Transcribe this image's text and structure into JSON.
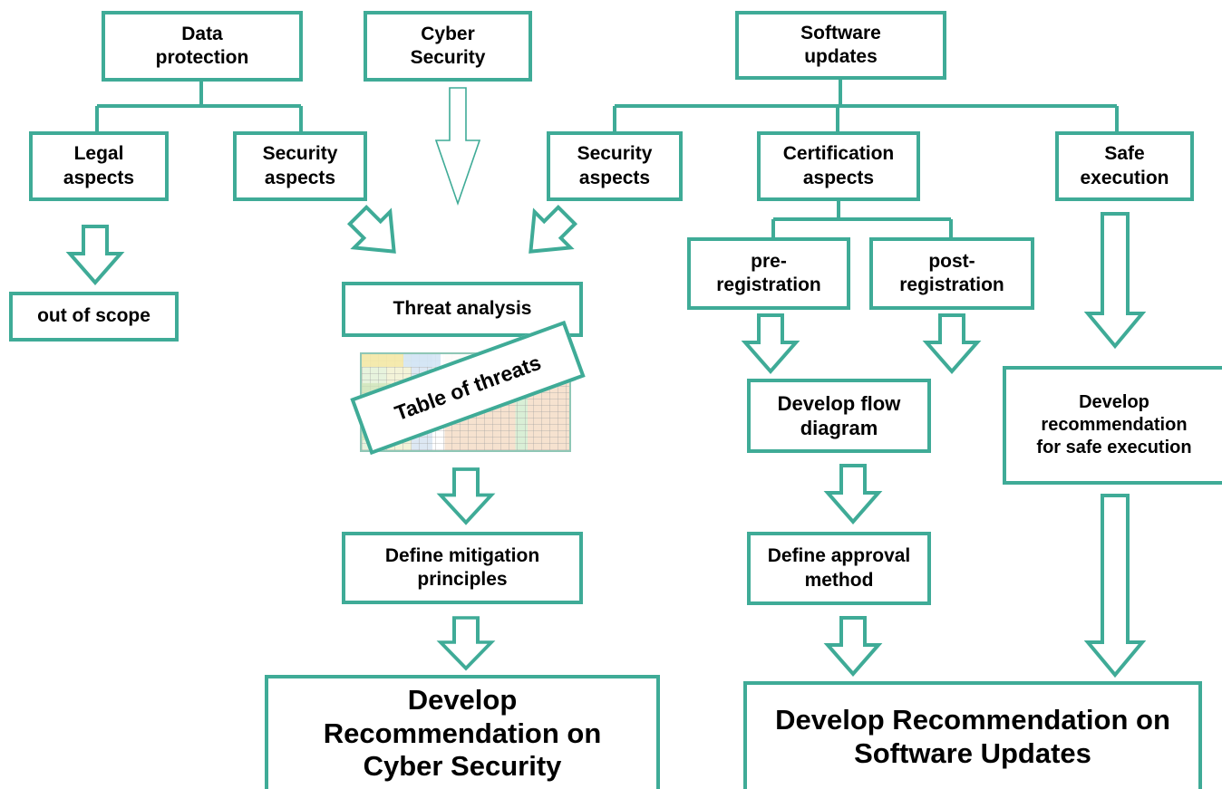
{
  "colors": {
    "accent": "#3fab97",
    "text": "#000000",
    "background": "#ffffff"
  },
  "boxes": {
    "data_protection": "Data\nprotection",
    "cyber_security": "Cyber\nSecurity",
    "software_updates": "Software\nupdates",
    "legal_aspects": "Legal\naspects",
    "security_aspects_dp": "Security\naspects",
    "security_aspects_su": "Security\naspects",
    "certification_aspects": "Certification\naspects",
    "safe_execution": "Safe\nexecution",
    "out_of_scope": "out of scope",
    "threat_analysis": "Threat analysis",
    "pre_registration": "pre-\nregistration",
    "post_registration": "post-\nregistration",
    "develop_flow_diagram": "Develop flow\ndiagram",
    "develop_recommendation_safe": "Develop\nrecommendation\nfor safe execution",
    "define_mitigation": "Define mitigation\nprinciples",
    "define_approval": "Define approval\nmethod",
    "recommendation_cyber": "Develop\nRecommendation on\nCyber Security",
    "recommendation_software": "Develop Recommendation on\nSoftware Updates"
  },
  "table_of_threats": "Table of threats",
  "icons": {
    "arrow": "hollow-down-arrow-icon",
    "thumbnail": "spreadsheet-thumbnail-icon"
  }
}
